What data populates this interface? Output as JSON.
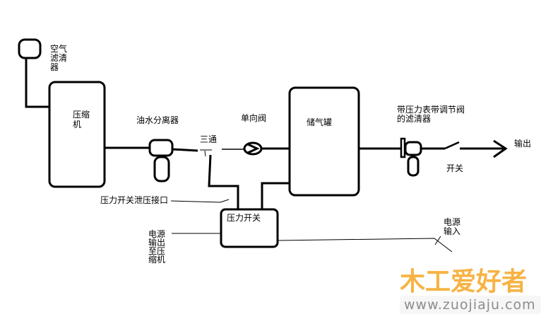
{
  "labels": {
    "air_filter": [
      "空气",
      "滤清",
      "器"
    ],
    "compressor": [
      "压缩",
      "机"
    ],
    "oil_water_separator": "油水分离器",
    "tee": "三通",
    "check_valve": "单向阀",
    "tank": "储气罐",
    "regulator_filter": [
      "带压力表带调节阀",
      "的滤清器"
    ],
    "output": "输出",
    "switch": "开关",
    "pressure_switch_vent": "压力开关泄压接口",
    "pressure_switch": "压力开关",
    "power_output_to_compressor": [
      "电源",
      "输出",
      "至压",
      "缩机"
    ],
    "power_input": [
      "电源",
      "输入"
    ]
  },
  "watermark": {
    "logo_text": "木工爱好者",
    "url": "www.zuojiaju.com"
  },
  "colors": {
    "line": "#000000",
    "watermark_orange": "#f5a623",
    "watermark_blue": "#2aa7e0",
    "watermark_pink": "#e84a8a",
    "watermark_purple": "#8e5bb5"
  }
}
